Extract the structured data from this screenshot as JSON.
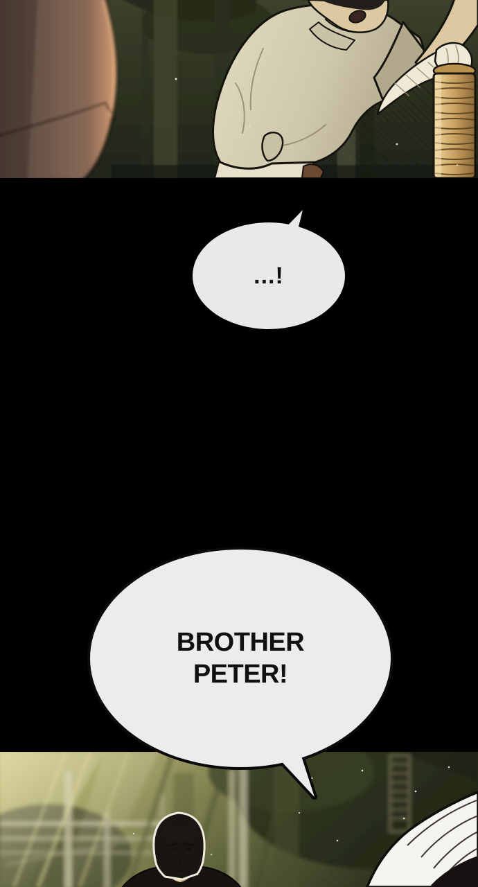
{
  "page": {
    "background": "#000000",
    "type_label": "webtoon-episode-strip"
  },
  "bubbles": {
    "small": {
      "text": "...!",
      "fill": "#e9e9e9",
      "text_color": "#111111"
    },
    "large": {
      "line1": "BROTHER",
      "line2": "PETER!",
      "fill": "#ececec",
      "outline": "#0a0a0a",
      "text_color": "#111111"
    }
  },
  "panel_top": {
    "palette": {
      "bg_light": "#3e422c",
      "bg_dark": "#20241a",
      "bag_highlight": "#d9a172",
      "bag_mid": "#8a6a57",
      "bag_shadow": "#4f3f37",
      "shirt_light": "#e3dcc2",
      "shirt_shade": "#b2a98c",
      "skin": "#dcc9a2",
      "hair": "#221f1a",
      "bandage": "#efe9d6",
      "pants": "#e7e0ca",
      "rope_light": "#efd89e",
      "rope_mid": "#c9a160",
      "rope_dark": "#8a6736",
      "glove_brown": "#6b4a33"
    }
  },
  "panel_bottom": {
    "palette": {
      "sun_haze": "#d3cb81",
      "mid_green": "#9a9a62",
      "deep_green": "#5a6038",
      "dark_edge": "#2d321f",
      "ray_light": "#e6e0a2",
      "structure": "#cdc9a8",
      "man_hair": "#191511",
      "hair_rim": "#efece0",
      "man_skin": "#ead49f",
      "man_skin_shadow": "#bb9c63",
      "jacket": "#17130e",
      "white_hair": "#f6f4ee",
      "speck": "#ffffff"
    }
  }
}
